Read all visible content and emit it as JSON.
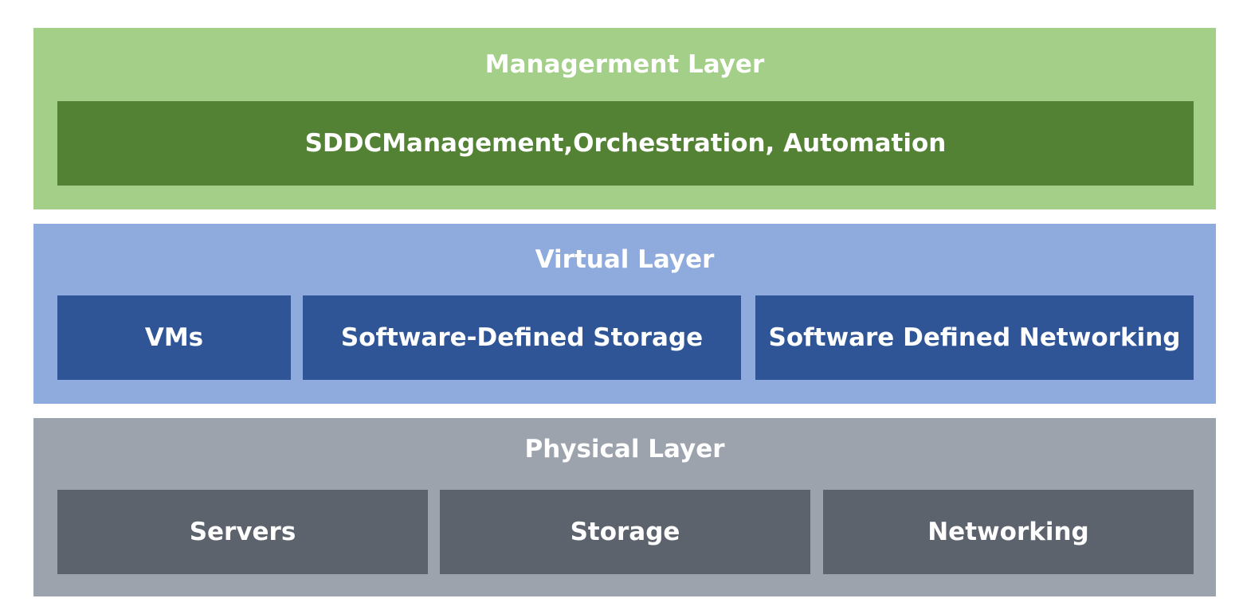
{
  "colors": {
    "management_layer": "#a3cf88",
    "management_box": "#548235",
    "virtual_layer": "#8faadc",
    "virtual_box": "#2f5597",
    "physical_layer": "#9ca3ad",
    "physical_box": "#5d636d",
    "text": "#ffffff"
  },
  "management_layer": {
    "title": "Managerment Layer",
    "components": [
      "SDDCManagement,Orchestration, Automation"
    ]
  },
  "virtual_layer": {
    "title": "Virtual Layer",
    "components": [
      "VMs",
      "Software-Defined Storage",
      "Software Defined Networking"
    ]
  },
  "physical_layer": {
    "title": "Physical Layer",
    "components": [
      "Servers",
      "Storage",
      "Networking"
    ]
  }
}
